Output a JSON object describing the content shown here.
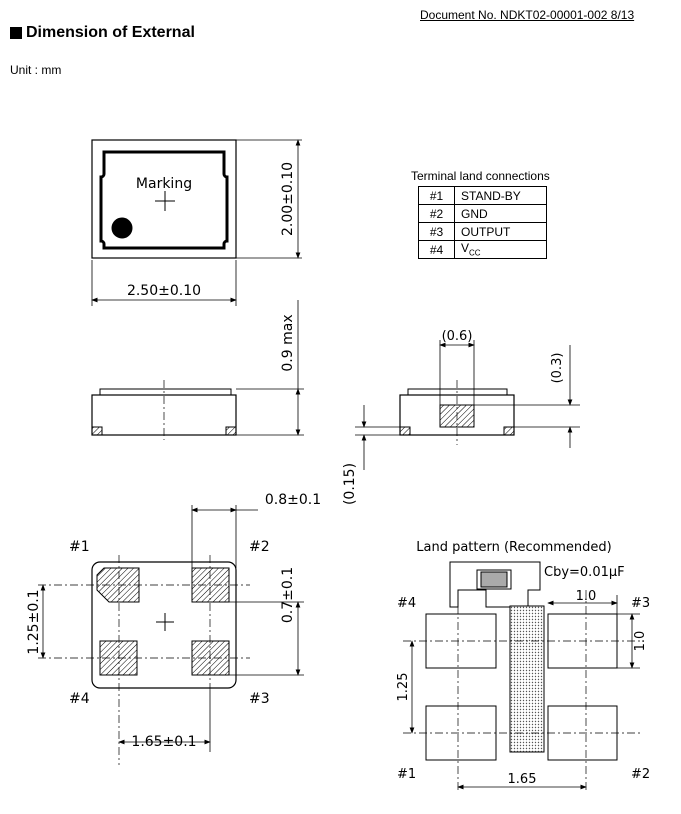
{
  "document_number": "Document No. NDKT02-00001-002 8/13",
  "heading": "Dimension of External",
  "unit": "Unit : mm",
  "top_view": {
    "marking": "Marking",
    "width": "2.50±0.10",
    "height": "2.00±0.10"
  },
  "side_view": {
    "height_max": "0.9 max",
    "terminal_thickness": "(0.15)"
  },
  "end_view": {
    "terminal_width": "(0.6)",
    "terminal_height": "(0.3)"
  },
  "terminal_table": {
    "title": "Terminal land connections",
    "rows": [
      {
        "pin": "#1",
        "function": "STAND-BY"
      },
      {
        "pin": "#2",
        "function": "GND"
      },
      {
        "pin": "#3",
        "function": "OUTPUT"
      },
      {
        "pin": "#4",
        "function": "V",
        "function_sub": "CC"
      }
    ]
  },
  "bottom_view": {
    "pad_width": "0.8±0.1",
    "pad_height": "0.7±0.1",
    "pitch_vertical": "1.25±0.1",
    "pitch_horizontal": "1.65±0.1",
    "labels": [
      "#1",
      "#2",
      "#3",
      "#4"
    ]
  },
  "land_pattern": {
    "title": "Land pattern (Recommended)",
    "capacitor": "Cby=0.01μF",
    "dim_width": "1.0",
    "dim_height": "1.0",
    "dim_pitch_vertical": "1.25",
    "dim_pitch_horizontal": "1.65",
    "labels": [
      "#1",
      "#2",
      "#3",
      "#4"
    ]
  }
}
